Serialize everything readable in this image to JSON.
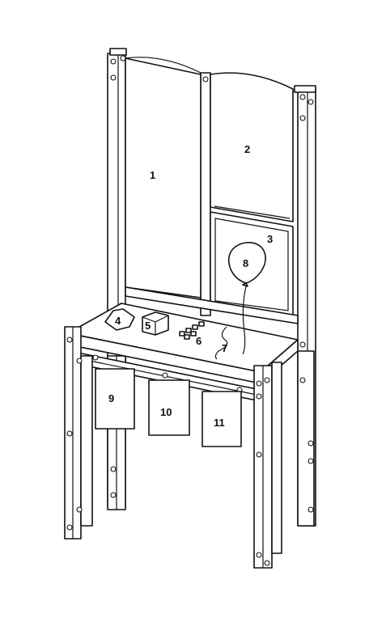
{
  "labels": {
    "l1": "1",
    "l2": "2",
    "l3": "3",
    "l4": "4",
    "l5": "5",
    "l6": "6",
    "l7": "7",
    "l8": "8",
    "l9": "9",
    "l10": "10",
    "l11": "11"
  },
  "colors": {
    "stroke": "#111111",
    "fill": "#ffffff"
  }
}
